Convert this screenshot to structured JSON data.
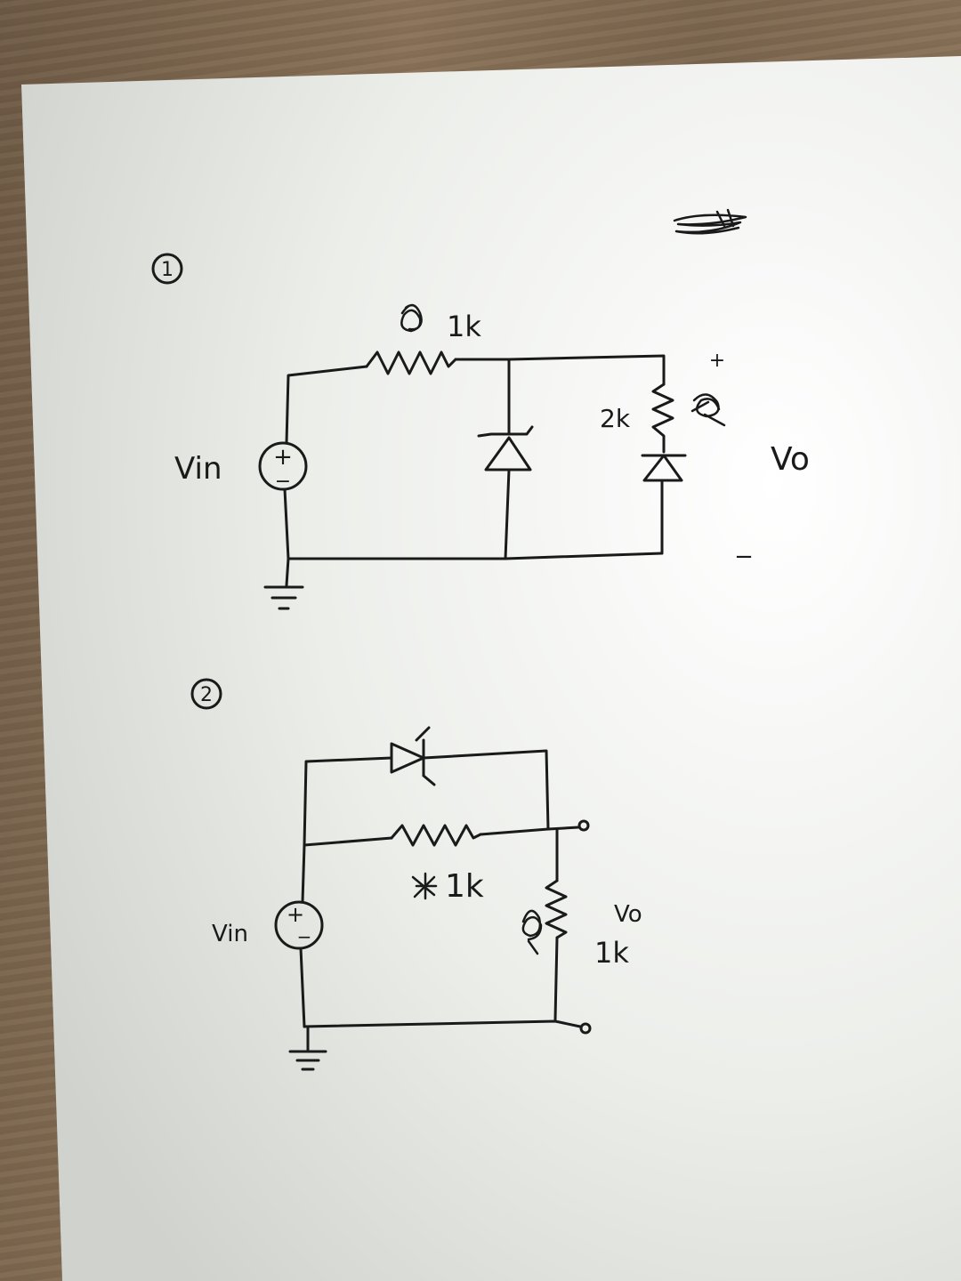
{
  "circuit1": {
    "number": "1",
    "vin_label": "Vin",
    "source_plus": "+",
    "source_minus": "−",
    "r1_label": "1k",
    "r2_label": "2k",
    "vo_label": "Vo",
    "vo_plus": "+",
    "vo_minus": "−"
  },
  "circuit2": {
    "number": "2",
    "vin_label": "Vin",
    "source_plus": "+",
    "source_minus": "−",
    "r1_label": "1k",
    "r2_label": "1k",
    "vo_label": "Vo"
  },
  "colors": {
    "paper": "#e9eae6",
    "ink": "#1a1a1a"
  }
}
